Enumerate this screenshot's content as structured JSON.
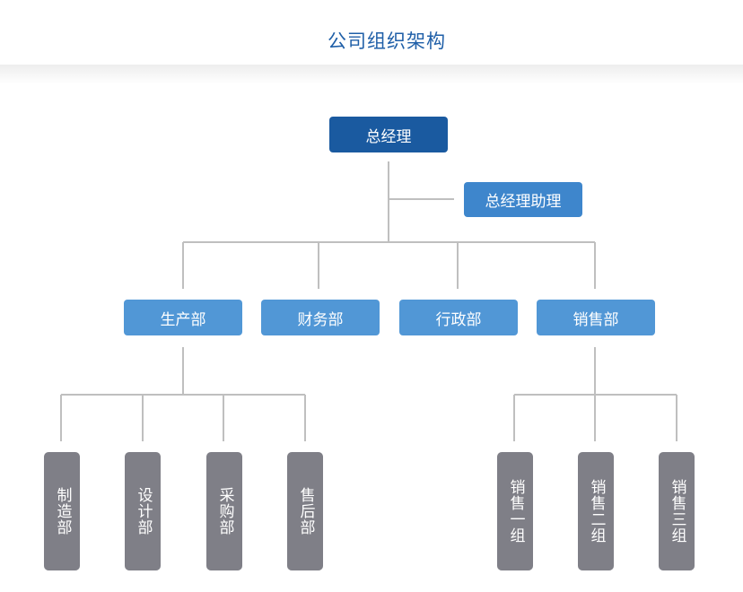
{
  "title": "公司组织架构",
  "org": {
    "root": "总经理",
    "assistant": "总经理助理",
    "departments": [
      "生产部",
      "财务部",
      "行政部",
      "销售部"
    ],
    "production_units": [
      "制造部",
      "设计部",
      "采购部",
      "售后部"
    ],
    "sales_groups": [
      "销售一组",
      "销售二组",
      "销售三组"
    ]
  },
  "colors": {
    "title": "#1f5fa8",
    "root": "#1a5aa0",
    "assistant": "#3e86cc",
    "department": "#5197d6",
    "team": "#7f7f87",
    "connector": "#bfbfbf"
  }
}
